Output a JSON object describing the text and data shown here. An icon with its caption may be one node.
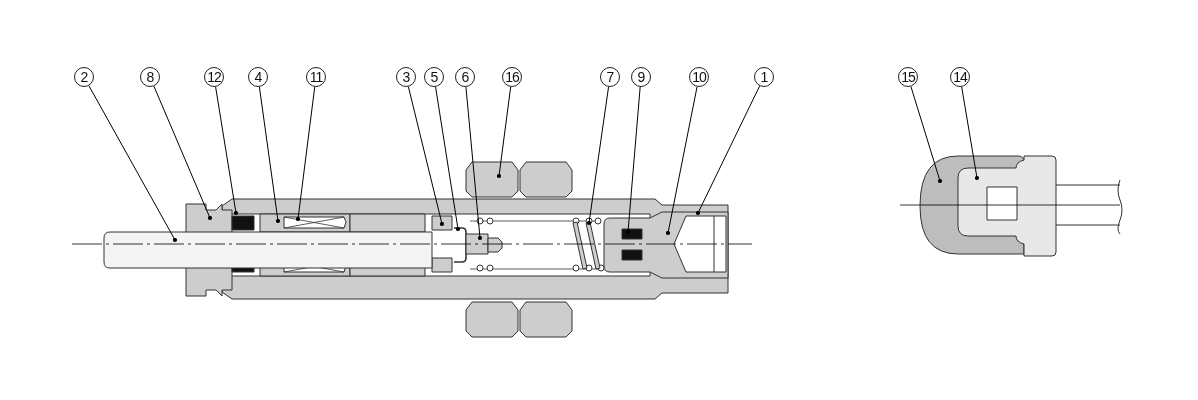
{
  "diagram": {
    "nodes": [
      {
        "text": [
          "2"
        ]
      },
      {
        "text": [
          "8"
        ]
      },
      {
        "text": [
          "12"
        ]
      },
      {
        "text": [
          "4"
        ]
      },
      {
        "text": [
          "11"
        ]
      },
      {
        "text": [
          "3"
        ]
      },
      {
        "text": [
          "5"
        ]
      },
      {
        "text": [
          "6"
        ]
      },
      {
        "text": [
          "16"
        ]
      },
      {
        "text": [
          "7"
        ]
      },
      {
        "text": [
          "9"
        ]
      },
      {
        "text": [
          "10"
        ]
      },
      {
        "text": [
          "1"
        ]
      },
      {
        "text": [
          "15"
        ]
      },
      {
        "text": [
          "14"
        ]
      }
    ],
    "edges": [
      {
        "from": 0,
        "to": null,
        "arrow": "other"
      },
      {
        "from": 1,
        "to": null,
        "arrow": "other"
      },
      {
        "from": 2,
        "to": null,
        "arrow": "other"
      },
      {
        "from": 3,
        "to": null,
        "arrow": "other"
      },
      {
        "from": 4,
        "to": null,
        "arrow": "other"
      },
      {
        "from": 5,
        "to": null,
        "arrow": "other"
      },
      {
        "from": 6,
        "to": null,
        "arrow": "other"
      },
      {
        "from": 7,
        "to": null,
        "arrow": "other"
      },
      {
        "from": 8,
        "to": null,
        "arrow": "other"
      },
      {
        "from": 9,
        "to": null,
        "arrow": "other"
      },
      {
        "from": 10,
        "to": null,
        "arrow": "other"
      },
      {
        "from": 11,
        "to": null,
        "arrow": "other"
      },
      {
        "from": 12,
        "to": null,
        "arrow": "other"
      },
      {
        "from": 13,
        "to": null,
        "arrow": "other"
      },
      {
        "from": 14,
        "to": null,
        "arrow": "other"
      }
    ]
  }
}
